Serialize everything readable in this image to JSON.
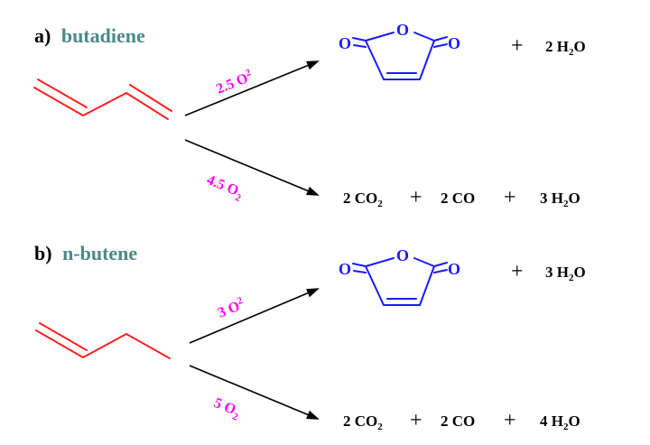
{
  "colors": {
    "reactant": "#ff2020",
    "product": "#1a1aff",
    "reagent": "#ff00ff",
    "label_name": "#4a8a8a",
    "text": "#000000"
  },
  "section_a": {
    "letter": "a)",
    "name": "butadiene",
    "reagent_top": {
      "coef": "2.5 O",
      "sub": "2"
    },
    "reagent_bottom": {
      "coef": "4.5 O",
      "sub": "2"
    },
    "product_top": {
      "plus": "+",
      "water_coef": "2 H",
      "water_sub": "2",
      "water_tail": "O"
    },
    "product_bottom": {
      "co2_coef": "2 CO",
      "co2_sub": "2",
      "plus1": "+",
      "co": "2 CO",
      "plus2": "+",
      "water_coef": "3 H",
      "water_sub": "2",
      "water_tail": "O"
    }
  },
  "section_b": {
    "letter": "b)",
    "name": "n-butene",
    "reagent_top": {
      "coef": "3 O",
      "sub": "2"
    },
    "reagent_bottom": {
      "coef": "5 O",
      "sub": "2"
    },
    "product_top": {
      "plus": "+",
      "water_coef": "3 H",
      "water_sub": "2",
      "water_tail": "O"
    },
    "product_bottom": {
      "co2_coef": "2 CO",
      "co2_sub": "2",
      "plus1": "+",
      "co": "2 CO",
      "plus2": "+",
      "water_coef": "4 H",
      "water_sub": "2",
      "water_tail": "O"
    }
  },
  "maleic_anhydride": {
    "o_ring": "O",
    "o_left": "O",
    "o_right": "O"
  }
}
